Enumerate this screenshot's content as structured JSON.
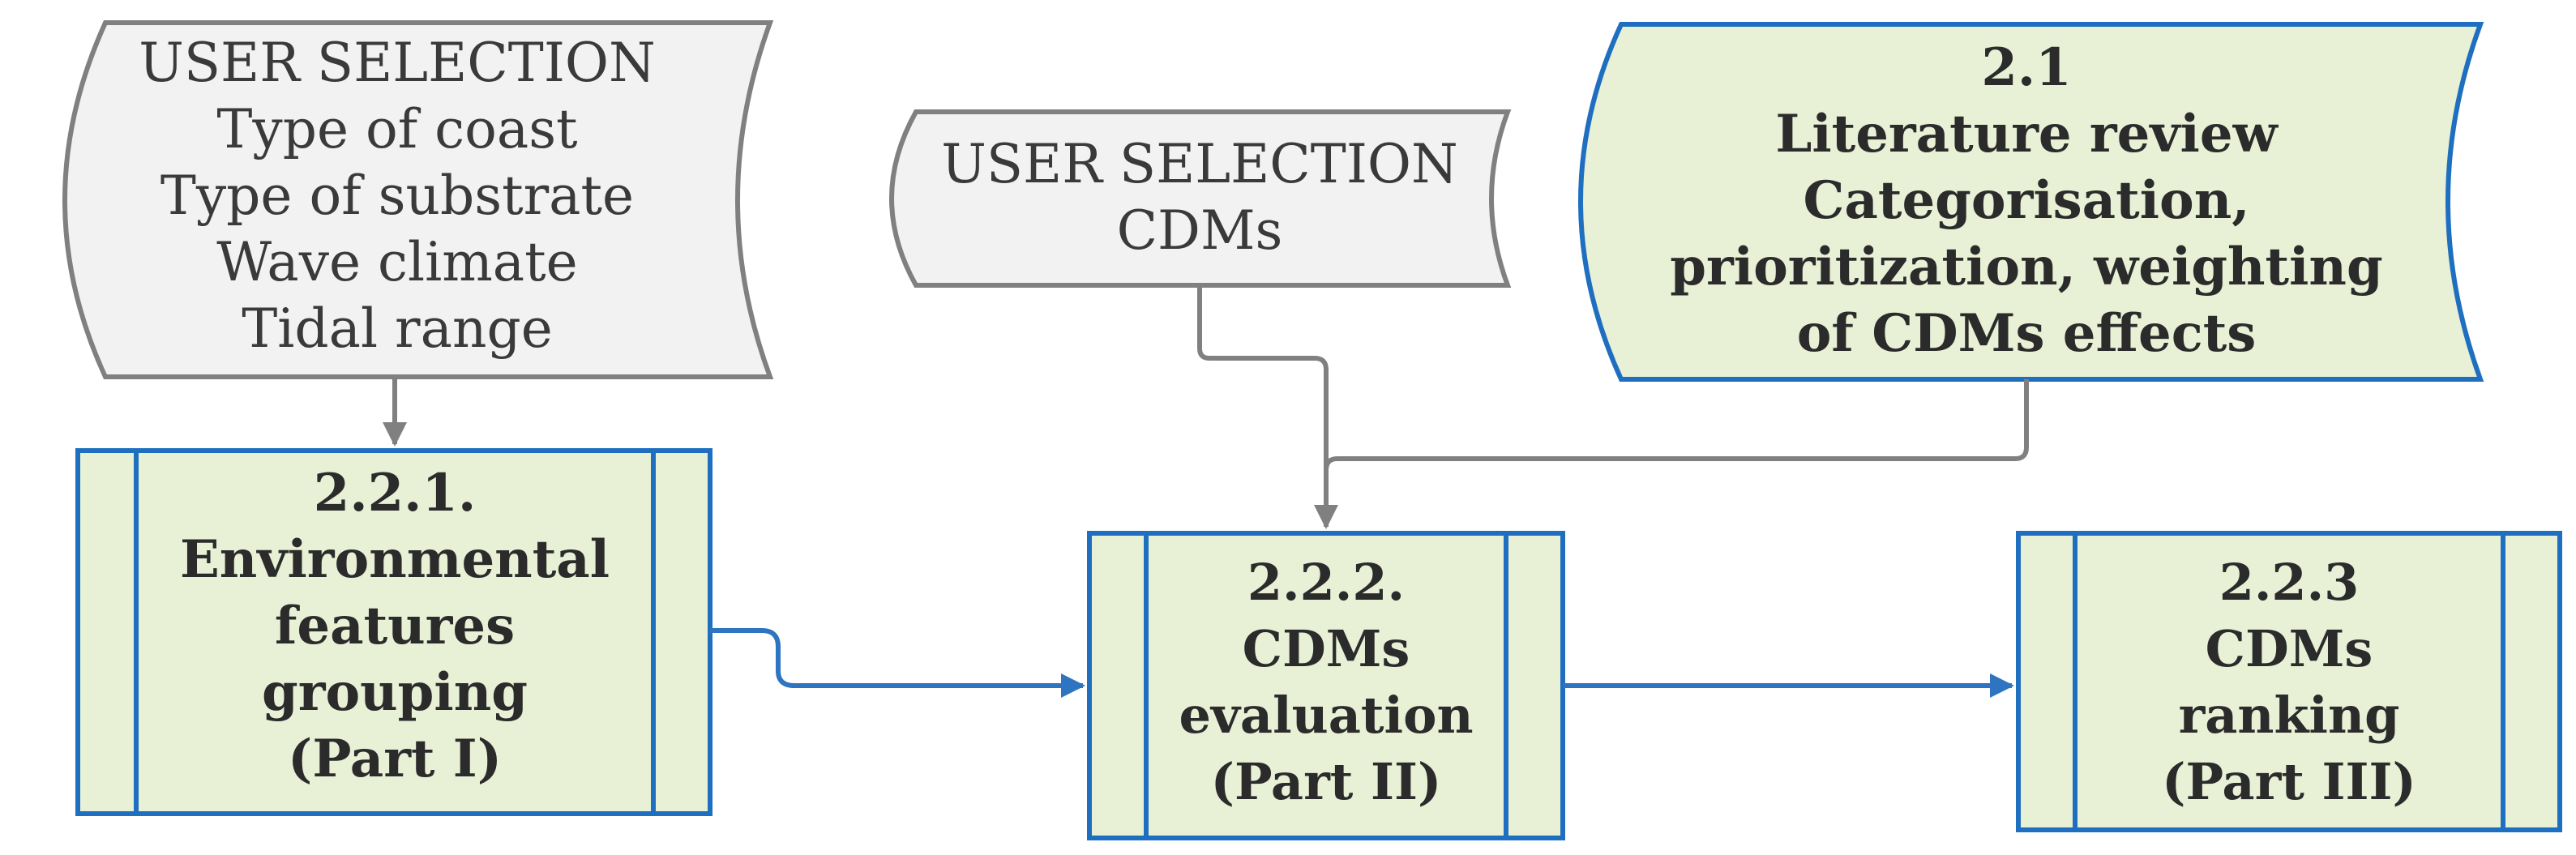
{
  "user_selection_site": {
    "lines": [
      "USER SELECTION",
      "Type of coast",
      "Type of substrate",
      "Wave climate",
      "Tidal range"
    ]
  },
  "user_selection_cdms": {
    "lines": [
      "USER SELECTION",
      "CDMs"
    ]
  },
  "literature_review": {
    "lines": [
      "2.1",
      "Literature review",
      "Categorisation,",
      "prioritization, weighting",
      "of CDMs effects"
    ]
  },
  "process_221": {
    "lines": [
      "2.2.1.",
      "Environmental",
      "features",
      "grouping",
      "(Part I)"
    ]
  },
  "process_222": {
    "lines": [
      "2.2.2.",
      "CDMs",
      "evaluation",
      "(Part II)"
    ]
  },
  "process_223": {
    "lines": [
      "2.2.3",
      "CDMs",
      "ranking",
      "(Part III)"
    ]
  },
  "colors": {
    "gray_stroke": "#808080",
    "gray_fill": "#f2f2f2",
    "blue_stroke": "#1f6fc0",
    "green_fill": "#e8f0d6",
    "arrow_blue": "#2f74c0",
    "arrow_gray": "#808080"
  }
}
